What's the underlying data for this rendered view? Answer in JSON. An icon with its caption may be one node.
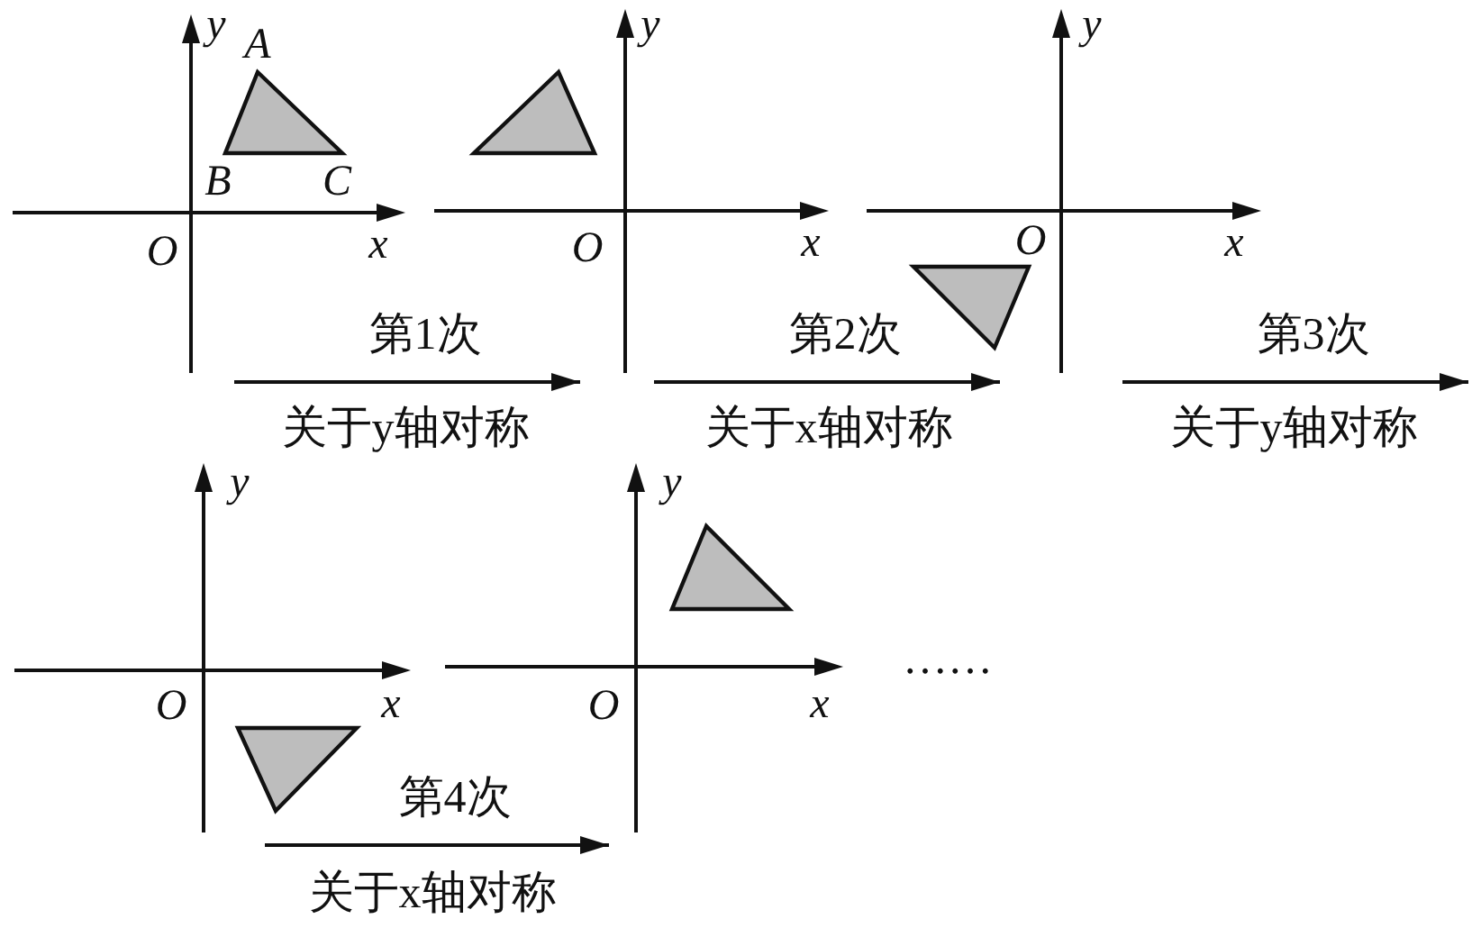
{
  "diagram": {
    "nodes": [
      {
        "text": [
          "y",
          "O",
          "x"
        ]
      },
      {
        "text": [],
        "shape": "triangle",
        "beside": [
          "A",
          "B",
          "C"
        ],
        "in": 0
      },
      {
        "text": [
          "y",
          "O",
          "x"
        ]
      },
      {
        "text": [],
        "shape": "triangle",
        "in": 2
      },
      {
        "text": [
          "y",
          "O",
          "x"
        ]
      },
      {
        "text": [],
        "shape": "triangle",
        "in": 4
      },
      {
        "text": [
          "y",
          "O",
          "x"
        ]
      },
      {
        "text": [],
        "shape": "triangle",
        "in": 6
      },
      {
        "text": [
          "y",
          "O",
          "x"
        ]
      },
      {
        "text": [],
        "shape": "triangle",
        "in": 8
      }
    ],
    "edges": [
      {
        "from": 0,
        "to": 2,
        "arrow": "to",
        "label": "第1次"
      },
      {
        "from": 2,
        "to": 4,
        "arrow": "to",
        "label": "第2次"
      },
      {
        "from": 4,
        "to": null,
        "arrow": "to",
        "label": "第3次"
      },
      {
        "from": 6,
        "to": 8,
        "arrow": "to",
        "label": "第4次"
      }
    ],
    "labels": [
      "关于y轴对称",
      "关于x轴对称",
      "关于y轴对称",
      "关于x轴对称",
      "……"
    ]
  }
}
